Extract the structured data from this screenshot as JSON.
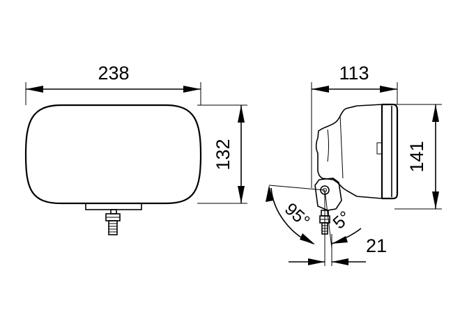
{
  "dimensions": {
    "front_width": "238",
    "front_height": "132",
    "side_depth": "113",
    "side_height": "141",
    "tilt_back": "95°",
    "tilt_forward": "5°",
    "bracket_offset": "21"
  },
  "colors": {
    "line": "#000000",
    "background": "#ffffff"
  }
}
